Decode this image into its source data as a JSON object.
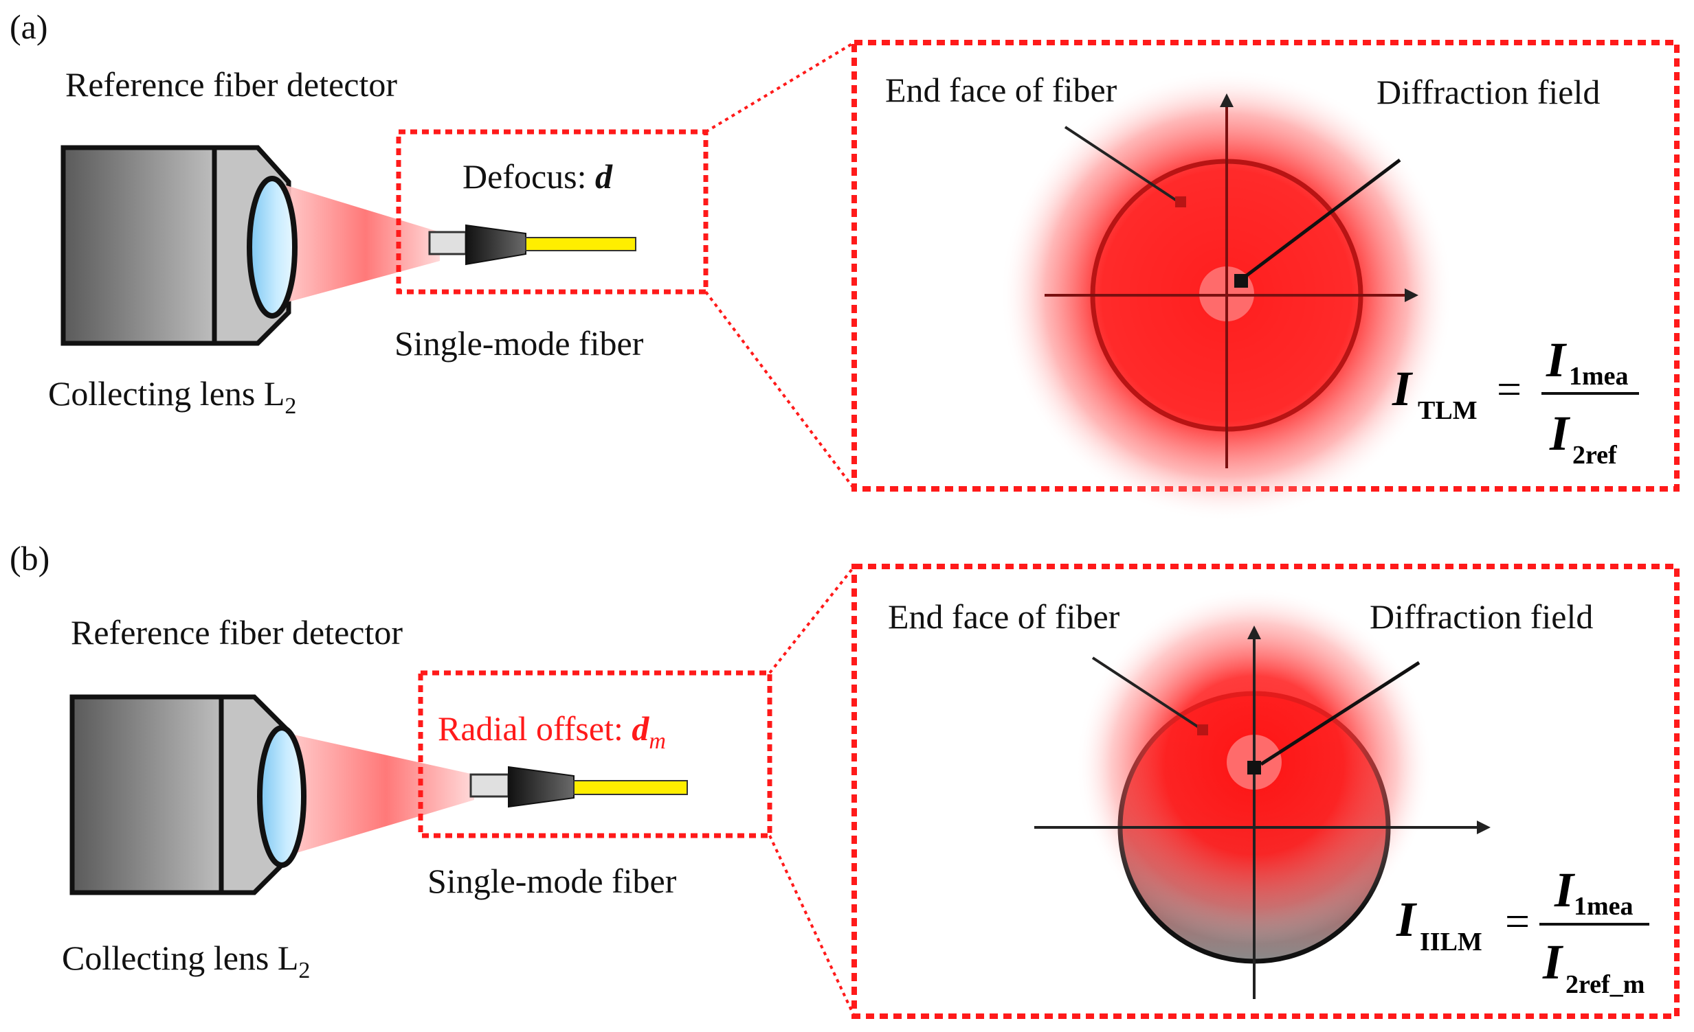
{
  "panel_a": {
    "tag": "(a)",
    "detector_label": "Reference fiber detector",
    "lens_label_prefix": "Collecting lens L",
    "lens_label_sub": "2",
    "defocus_label": "Defocus: ",
    "defocus_symbol": "d",
    "fiber_label": "Single-mode fiber",
    "end_face_label": "End face of fiber",
    "diffraction_label": "Diffraction field",
    "formula": {
      "lhs": "I",
      "lhs_sub": "TLM",
      "eq": "=",
      "num": "I",
      "num_sub": "1mea",
      "den": "I",
      "den_sub": "2ref"
    }
  },
  "panel_b": {
    "tag": "(b)",
    "detector_label": "Reference fiber detector",
    "lens_label_prefix": "Collecting lens L",
    "lens_label_sub": "2",
    "offset_label": "Radial offset: ",
    "offset_symbol": "d",
    "offset_symbol_sub": "m",
    "fiber_label": "Single-mode fiber",
    "end_face_label": "End face of fiber",
    "diffraction_label": "Diffraction field",
    "formula": {
      "lhs": "I",
      "lhs_sub": "IILM",
      "eq": "=",
      "num": "I",
      "num_sub": "1mea",
      "den": "I",
      "den_sub": "2ref_m"
    }
  },
  "colors": {
    "highlight_red": "#ff1a1a",
    "fiber_yellow": "#ffee00",
    "lens_blue": "#bfe6ff",
    "detector_gray": "#a0a0a0"
  }
}
